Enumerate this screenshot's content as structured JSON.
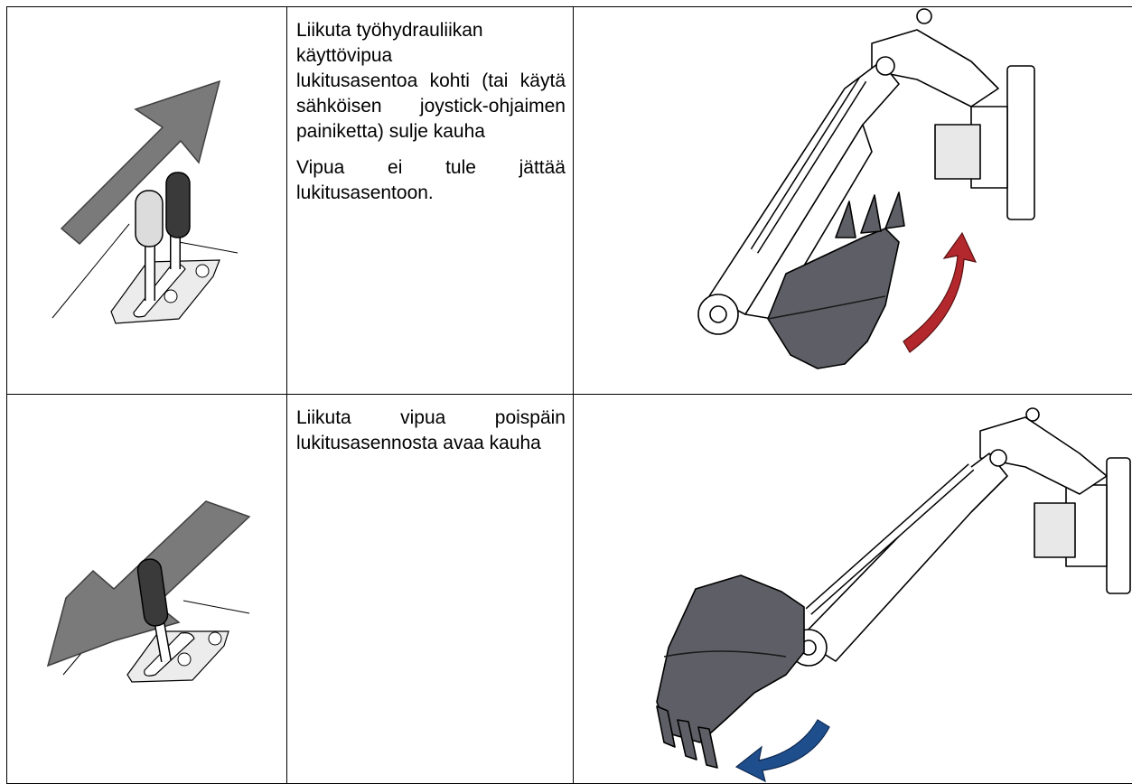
{
  "instructions": [
    {
      "paragraphs": [
        "Liikuta työhydrauliikan\nkäyttövipua\nlukitusasentoa kohti (tai käytä sähköisen joystick-ohjaimen painiketta) sulje kauha",
        "Vipua ei tule jättää lukitusasentoon."
      ],
      "lever_icon": "lever-toward-lock-icon",
      "machine_icon": "excavator-arm-closing-bucket-icon",
      "arrow_color": "#b3282d"
    },
    {
      "paragraphs": [
        "Liikuta vipua poispäin lukitusasennosta avaa kauha"
      ],
      "lever_icon": "lever-away-from-lock-icon",
      "machine_icon": "excavator-arm-opening-bucket-icon",
      "arrow_color": "#1f4e8c"
    }
  ],
  "colors": {
    "arrow_gray": "#7a7a7a",
    "bucket_gray": "#5e5f66",
    "lever_dark": "#3a3a3a",
    "lever_light": "#dcdcdc"
  }
}
